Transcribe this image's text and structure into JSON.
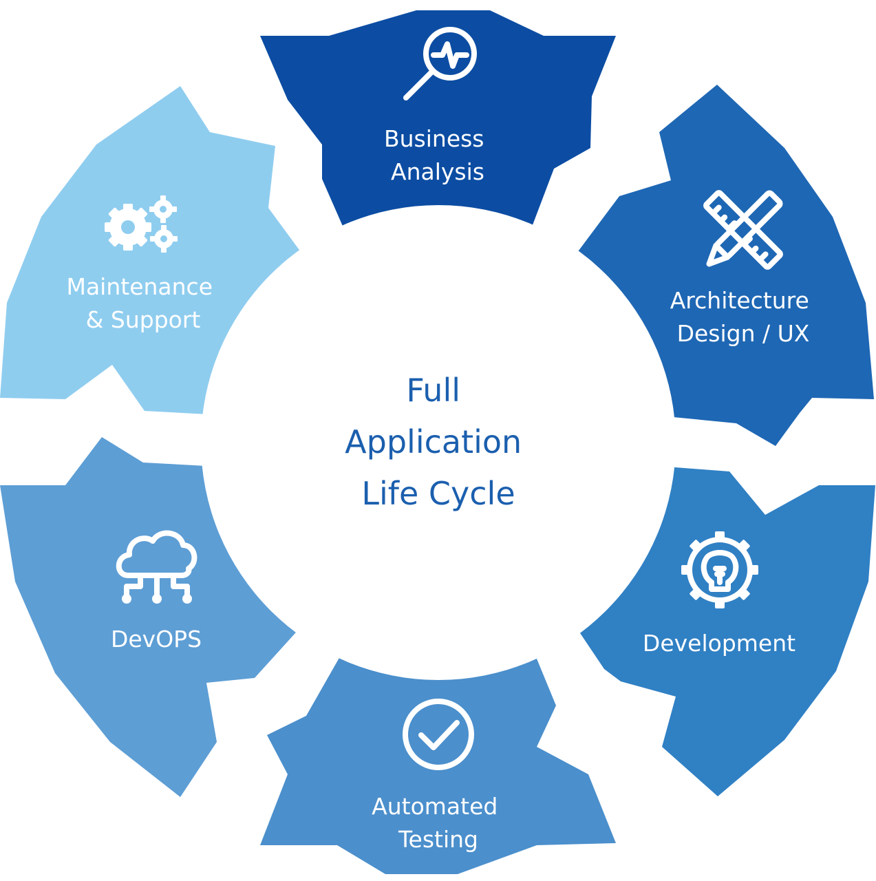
{
  "center": {
    "lines": [
      "Full",
      "Application",
      "Life Cycle"
    ],
    "color": "#1b5fae"
  },
  "segments": [
    {
      "id": "business-analysis",
      "lines": [
        "Business",
        "Analysis"
      ],
      "icon": "magnifier-pulse-icon",
      "color": "#0c4da3"
    },
    {
      "id": "architecture-design",
      "lines": [
        "Architecture",
        "Design / UX"
      ],
      "icon": "ruler-pencil-icon",
      "color": "#1e67b4"
    },
    {
      "id": "development",
      "lines": [
        "Development"
      ],
      "icon": "gear-lightbulb-icon",
      "color": "#3080c4"
    },
    {
      "id": "automated-testing",
      "lines": [
        "Automated",
        "Testing"
      ],
      "icon": "check-circle-icon",
      "color": "#4b8fcc"
    },
    {
      "id": "devops",
      "lines": [
        "DevOPS"
      ],
      "icon": "cloud-network-icon",
      "color": "#5d9ed5"
    },
    {
      "id": "maintenance-support",
      "lines": [
        "Maintenance",
        "& Support"
      ],
      "icon": "gears-icon",
      "color": "#8fcdef"
    }
  ]
}
